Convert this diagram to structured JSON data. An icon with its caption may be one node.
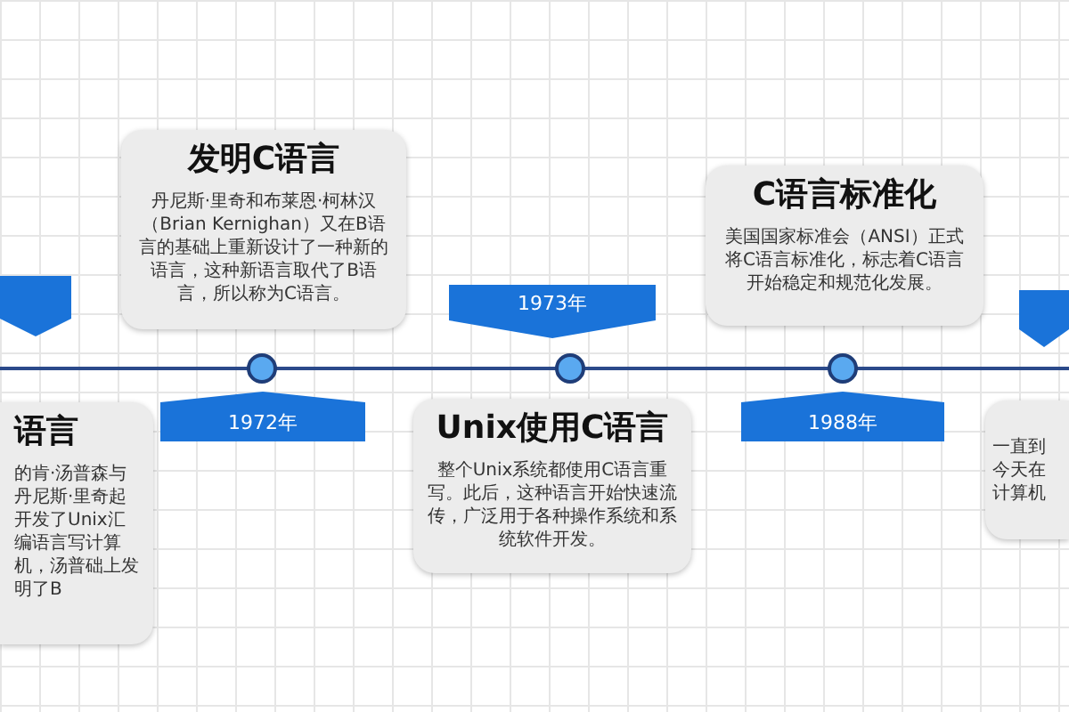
{
  "diagram": {
    "nodes": [
      {
        "text": [],
        "shape": "box"
      },
      {
        "text": [
          "语言",
          "的肯·汤普森与丹尼斯·里奇起开发了Unix汇编语言写计算机，汤普础上发明了B"
        ]
      },
      {
        "text": [
          "发明C语言",
          "丹尼斯·里奇和布莱恩·柯林汉（Brian Kernighan）又在B语言的基础上重新设计了一种新的语言，这种新语言取代了B语言，所以称为C语言。"
        ]
      },
      {
        "text": [
          "1972年"
        ]
      },
      {
        "text": [
          "1973年"
        ]
      },
      {
        "text": [
          "Unix使用C语言",
          "整个Unix系统都使用C语言重写。此后，这种语言开始快速流传，广泛用于各种操作系统和系统软件开发。"
        ]
      },
      {
        "text": [
          "C语言标准化",
          "美国国家标准会（ANSI）正式将C语言标准化，标志着C语言开始稳定和规范化发展。"
        ]
      },
      {
        "text": [
          "1988年"
        ]
      },
      {
        "text": [],
        "shape": "box"
      },
      {
        "text": [
          "一直到今天在计算机"
        ]
      }
    ]
  }
}
